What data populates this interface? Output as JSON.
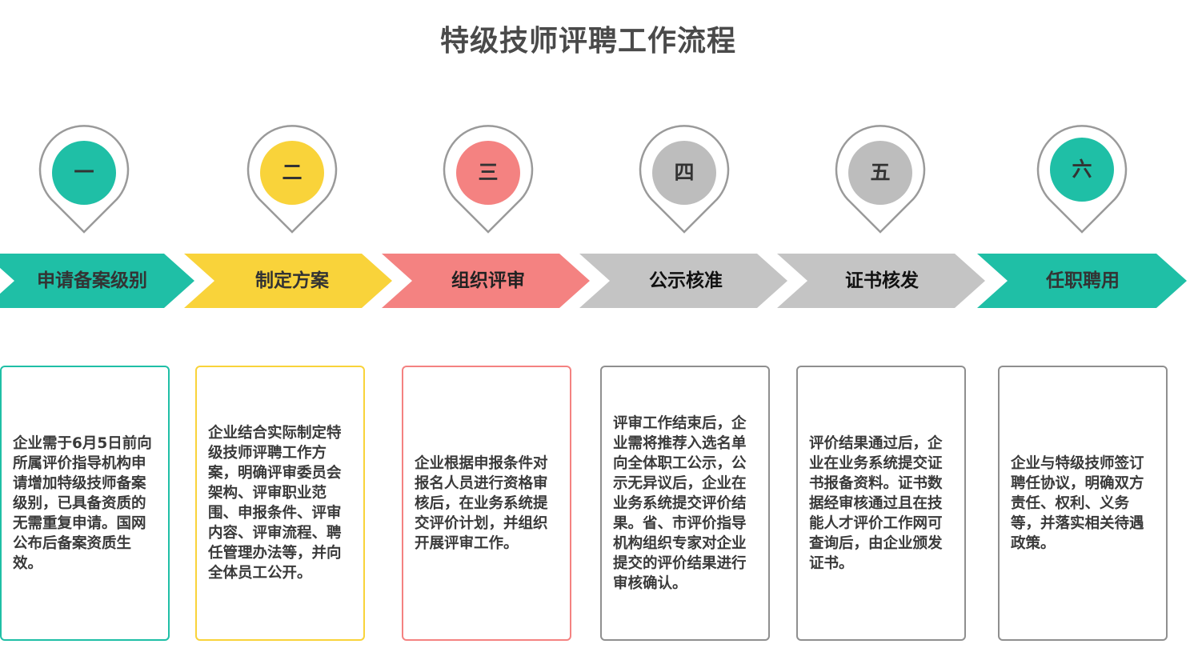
{
  "title": "特级技师评聘工作流程",
  "colors": {
    "teal": "#1fbfa6",
    "yellow": "#f9d33a",
    "salmon": "#f48281",
    "gray": "#bdbdbd",
    "pin_outline": "#9a9a9a"
  },
  "steps": [
    {
      "number": "一",
      "name": "申请备案级别",
      "color": "#1fbfa6",
      "description": "企业需于6月5日前向所属评价指导机构申请增加特级技师备案级别，已具备资质的无需重复申请。国网公布后备案资质生效。"
    },
    {
      "number": "二",
      "name": "制定方案",
      "color": "#f9d33a",
      "description": "企业结合实际制定特级技师评聘工作方案，明确评审委员会架构、评审职业范围、申报条件、评审内容、评审流程、聘任管理办法等，并向全体员工公开。"
    },
    {
      "number": "三",
      "name": "组织评审",
      "color": "#f48281",
      "description": "企业根据申报条件对报名人员进行资格审核后，在业务系统提交评价计划，并组织开展评审工作。"
    },
    {
      "number": "四",
      "name": "公示核准",
      "color": "#bdbdbd",
      "description": "评审工作结束后，企业需将推荐入选名单向全体职工公示，公示无异议后，企业在业务系统提交评价结果。省、市评价指导机构组织专家对企业提交的评价结果进行审核确认。"
    },
    {
      "number": "五",
      "name": "证书核发",
      "color": "#bdbdbd",
      "description": "评价结果通过后，企业在业务系统提交证书报备资料。证书数据经审核通过且在技能人才评价工作网可查询后，由企业颁发证书。"
    },
    {
      "number": "六",
      "name": "任职聘用",
      "color": "#1fbfa6",
      "description": "企业与特级技师签订聘任协议，明确双方责任、权利、义务等，并落实相关待遇政策。"
    }
  ]
}
